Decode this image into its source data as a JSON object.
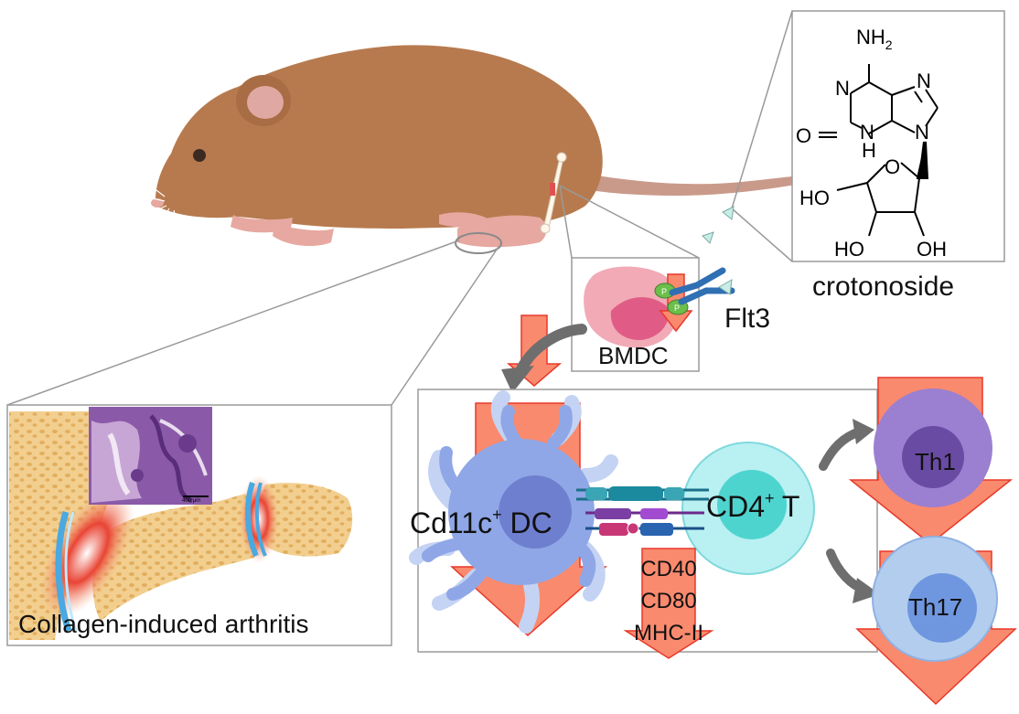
{
  "molecule": {
    "name": "crotonoside",
    "atoms": {
      "nh2": "NH",
      "nh2_sub": "2",
      "n_top": "N",
      "n_right": "N",
      "nh": "N",
      "h": "H",
      "n9": "N",
      "o_carbonyl": "O",
      "o_ring": "O",
      "ho_left": "HO",
      "ho_bottom": "HO",
      "oh_bottom": "OH"
    }
  },
  "receptor": {
    "label": "Flt3",
    "phospho": "P"
  },
  "bmdc": {
    "label": "BMDC"
  },
  "arthritis": {
    "label": "Collagen-induced arthritis",
    "scale_bar": "400 μm"
  },
  "interaction": {
    "dc_label": "Cd11c",
    "dc_sup": "+",
    "dc_suffix": " DC",
    "t_label": "CD4",
    "t_sup": "+",
    "t_suffix": " T",
    "markers": [
      "CD40",
      "CD80",
      "MHC-II"
    ]
  },
  "th1": {
    "label": "Th1"
  },
  "th17": {
    "label": "Th17"
  },
  "colors": {
    "mouse_body": "#b77a4e",
    "mouse_dark": "#8e5a36",
    "mouse_pink": "#e6a8a0",
    "arrow_fill": "#f98a6e",
    "arrow_stroke": "#e8392a",
    "dc_fill": "#8fa7e6",
    "dc_nucleus": "#6f7fd0",
    "tcell_fill": "#b9f0f2",
    "tcell_nucleus": "#4ed4cf",
    "th1_fill": "#9b7fd1",
    "th1_nucleus": "#6a4ba3",
    "th17_fill": "#b3cdee",
    "th17_nucleus": "#6f97e0",
    "bone": "#f2cf8f",
    "frame": "#9a9a9a"
  }
}
